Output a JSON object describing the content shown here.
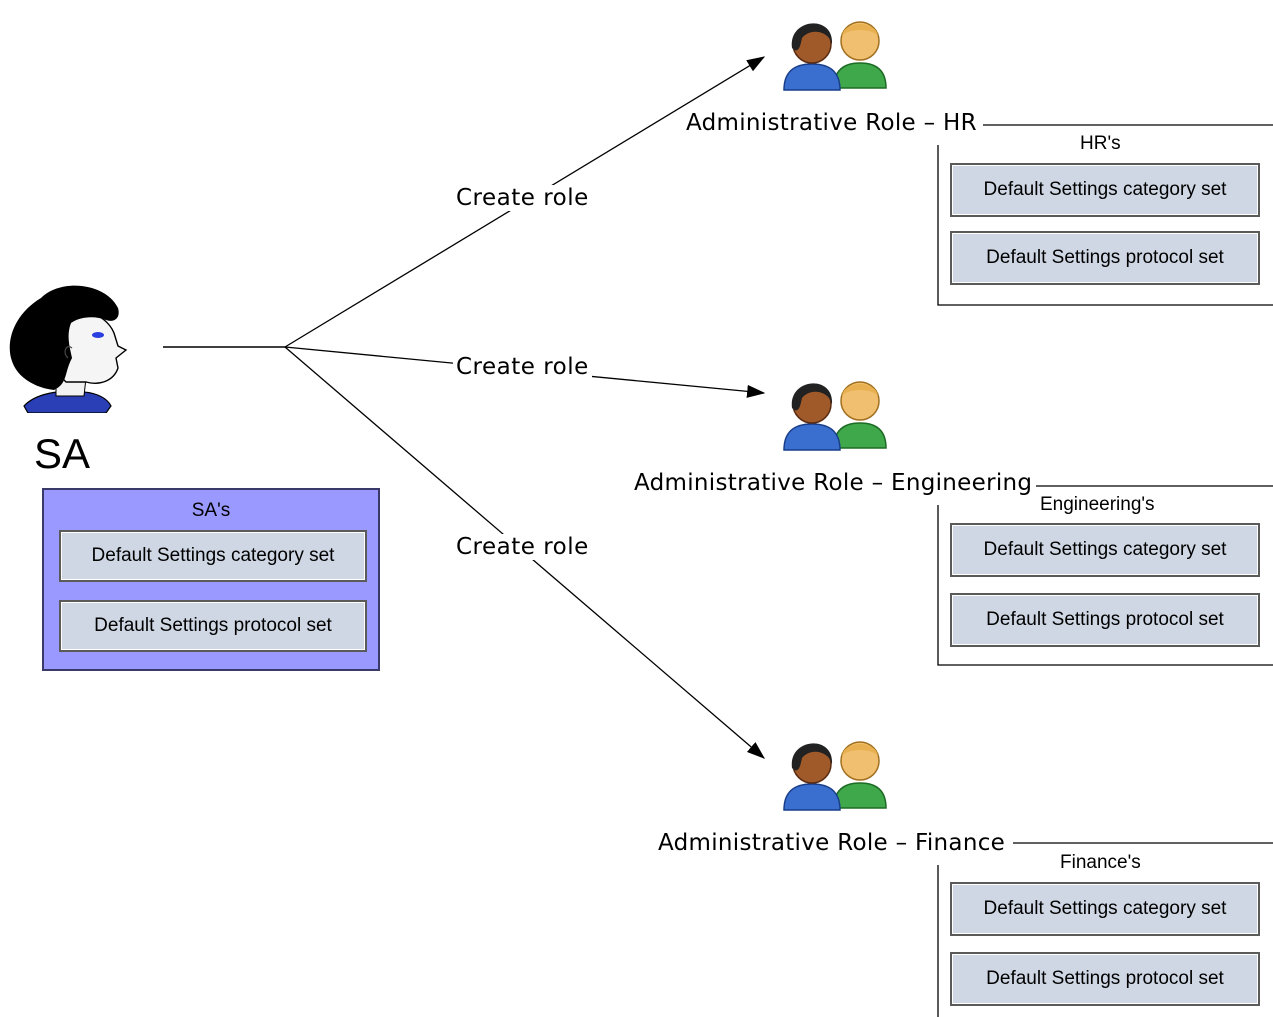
{
  "sa": {
    "name": "SA",
    "panel_title": "SA's",
    "category_set": "Default Settings category set",
    "protocol_set": "Default Settings protocol set"
  },
  "edge_label": "Create role",
  "roles": [
    {
      "title": "Administrative Role – HR",
      "panel_title": "HR's",
      "category_set": "Default Settings category set",
      "protocol_set": "Default Settings protocol set"
    },
    {
      "title": "Administrative Role – Engineering",
      "panel_title": "Engineering's",
      "category_set": "Default Settings category set",
      "protocol_set": "Default Settings protocol set"
    },
    {
      "title": "Administrative Role – Finance",
      "panel_title": "Finance's",
      "category_set": "Default Settings category set",
      "protocol_set": "Default Settings protocol set"
    }
  ],
  "colors": {
    "sa_panel": "#9999ff",
    "set_box": "#cfd7e4",
    "arrow": "#000000"
  },
  "icons": {
    "sa": "person-profile-icon",
    "role": "user-group-icon"
  }
}
